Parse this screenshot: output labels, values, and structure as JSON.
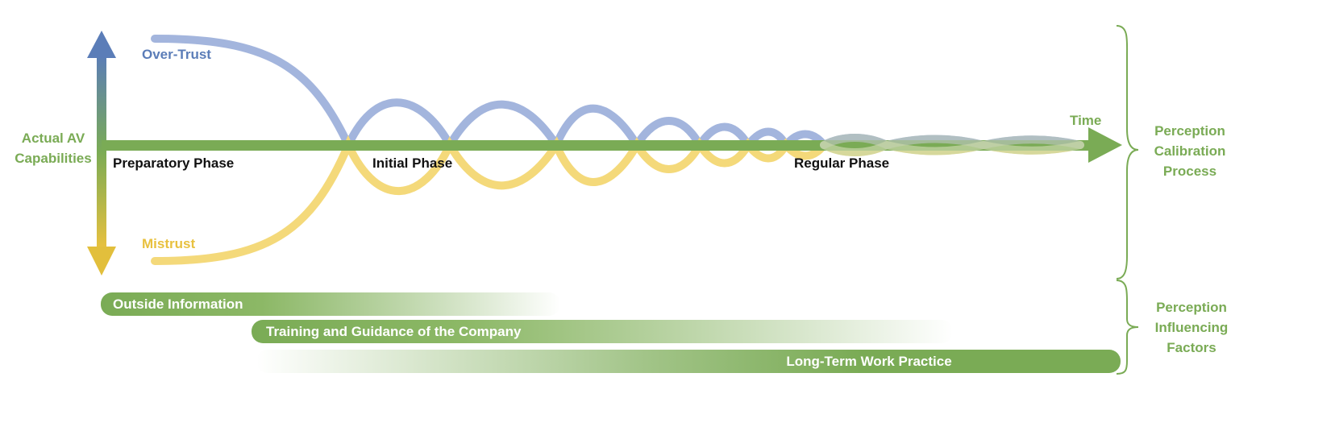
{
  "labels": {
    "y_axis": [
      "Actual AV",
      "Capabilities"
    ],
    "over_trust": "Over-Trust",
    "mistrust": "Mistrust",
    "time": "Time"
  },
  "phases": [
    "Preparatory Phase",
    "Initial Phase",
    "Regular Phase"
  ],
  "brace_labels": {
    "calibration": [
      "Perception",
      "Calibration",
      "Process"
    ],
    "influencing": [
      "Perception",
      "Influencing",
      "Factors"
    ]
  },
  "factors": [
    "Outside Information",
    "Training and Guidance of the Company",
    "Long-Term Work Practice"
  ],
  "colors": {
    "green": "#7aab55",
    "blue": "#5b7db8",
    "yellow": "#e8c13f",
    "over_trust_curve": "#9fb3de",
    "mistrust_curve": "#f4d97a"
  }
}
